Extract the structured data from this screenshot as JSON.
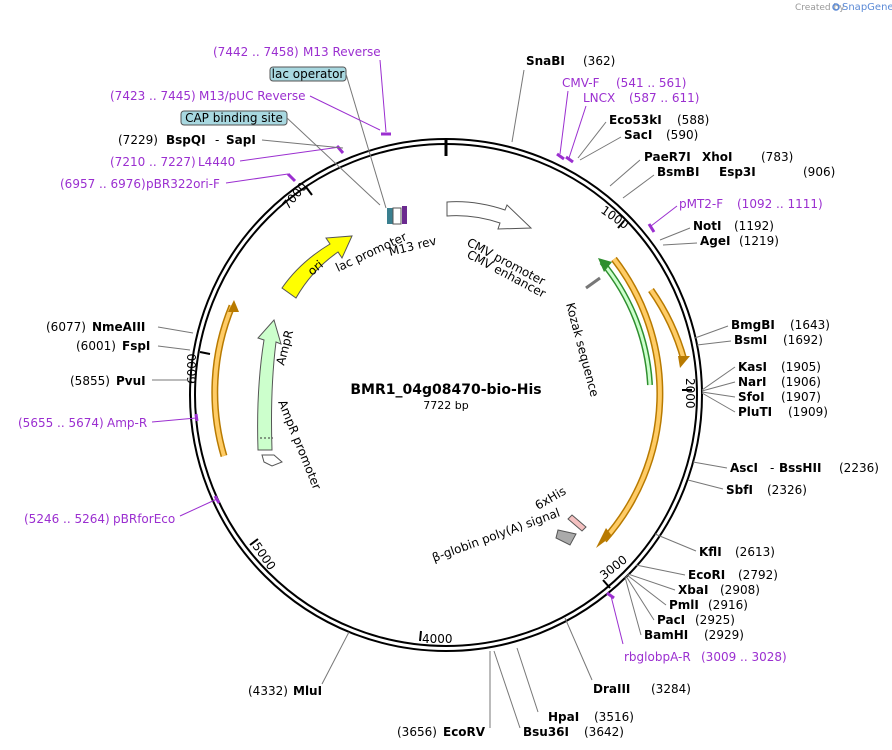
{
  "credit": {
    "text": "Created by",
    "brand": "SnapGene"
  },
  "title": "BMR1_04g08470-bio-His",
  "length": "7722 bp",
  "ticks": [
    "1000",
    "2000",
    "3000",
    "4000",
    "5000",
    "6000",
    "7000"
  ],
  "enzymes": [
    {
      "name": "SnaBI",
      "pos": "(362)"
    },
    {
      "name": "Eco53kI",
      "pos": "(588)"
    },
    {
      "name": "SacI",
      "pos": "(590)"
    },
    {
      "name": "PaeR7I",
      "name2": "XhoI",
      "pos": "(783)"
    },
    {
      "name": "BsmBI",
      "name2": "Esp3I",
      "pos": "(906)"
    },
    {
      "name": "NotI",
      "pos": "(1192)"
    },
    {
      "name": "AgeI",
      "pos": "(1219)"
    },
    {
      "name": "BmgBI",
      "pos": "(1643)"
    },
    {
      "name": "BsmI",
      "pos": "(1692)"
    },
    {
      "name": "KasI",
      "pos": "(1905)"
    },
    {
      "name": "NarI",
      "pos": "(1906)"
    },
    {
      "name": "SfoI",
      "pos": "(1907)"
    },
    {
      "name": "PluTI",
      "pos": "(1909)"
    },
    {
      "name": "AscI",
      "name2": "BssHII",
      "pos": "(2236)"
    },
    {
      "name": "SbfI",
      "pos": "(2326)"
    },
    {
      "name": "KflI",
      "pos": "(2613)"
    },
    {
      "name": "EcoRI",
      "pos": "(2792)"
    },
    {
      "name": "XbaI",
      "pos": "(2908)"
    },
    {
      "name": "PmlI",
      "pos": "(2916)"
    },
    {
      "name": "PacI",
      "pos": "(2925)"
    },
    {
      "name": "BamHI",
      "pos": "(2929)"
    },
    {
      "name": "DraIII",
      "pos": "(3284)"
    },
    {
      "name": "HpaI",
      "pos": "(3516)"
    },
    {
      "name": "Bsu36I",
      "pos": "(3642)"
    },
    {
      "name": "EcoRV",
      "pos": "(3656)"
    },
    {
      "name": "MluI",
      "pos": "(4332)"
    },
    {
      "name": "PvuI",
      "pos": "(5855)"
    },
    {
      "name": "FspI",
      "pos": "(6001)"
    },
    {
      "name": "NmeAIII",
      "pos": "(6077)"
    },
    {
      "name": "BspQI",
      "name2": "SapI",
      "pos": "(7229)"
    }
  ],
  "primers": [
    {
      "name": "M13 Reverse",
      "range": "(7442 .. 7458)"
    },
    {
      "name": "M13/pUC Reverse",
      "range": "(7423 .. 7445)"
    },
    {
      "name": "L4440",
      "range": "(7210 .. 7227)"
    },
    {
      "name": "pBR322ori-F",
      "range": "(6957 .. 6976)"
    },
    {
      "name": "CMV-F",
      "range": "(541 .. 561)"
    },
    {
      "name": "LNCX",
      "range": "(587 .. 611)"
    },
    {
      "name": "pMT2-F",
      "range": "(1092 .. 1111)"
    },
    {
      "name": "Amp-R",
      "range": "(5655 .. 5674)"
    },
    {
      "name": "pBRforEco",
      "range": "(5246 .. 5264)"
    },
    {
      "name": "rbglobpA-R",
      "range": "(3009 .. 3028)"
    }
  ],
  "boxes": [
    "lac operator",
    "CAP binding site"
  ],
  "features": {
    "cmv_promoter": "CMV promoter",
    "cmv_enhancer": "CMV enhancer",
    "kozak": "Kozak sequence",
    "his": "6xHis",
    "polya": "β-globin poly(A) signal",
    "ampr_promoter": "AmpR promoter",
    "ampr": "AmpR",
    "ori": "ori",
    "lac_promoter": "lac promoter",
    "m13_rev": "M13 rev"
  },
  "colors": {
    "primer": "#9b2fd0",
    "ori": "#ffff00",
    "ampr": "#ccffcc",
    "orf": "#ffcc66",
    "orf_stroke": "#b87a00",
    "green_arrow": "#2f8f2f",
    "box": "#a8d8e0"
  }
}
